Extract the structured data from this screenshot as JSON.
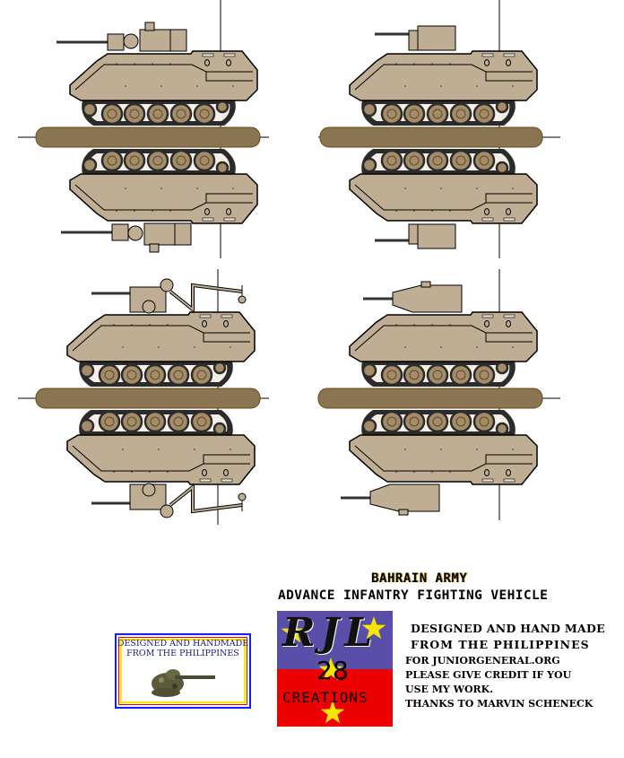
{
  "sheet": {
    "title": "BAHRAIN ARMY",
    "subtitle": "ADVANCE INFANTRY FIGHTING VEHICLE",
    "vehicles": [
      {
        "variant": "turret-autocannon"
      },
      {
        "variant": "small-turret"
      },
      {
        "variant": "crane-recovery"
      },
      {
        "variant": "long-cannon-turret"
      }
    ]
  },
  "logo": {
    "letters": "RJL",
    "number": "28",
    "word": "CREATIONS",
    "colors": {
      "top": "#5a4fa8",
      "bottom": "#ee0000",
      "star": "#f5e600"
    }
  },
  "credits": {
    "line1": "DESIGNED AND HAND MADE",
    "line2": "FROM THE PHILIPPINES",
    "line3": "FOR JUNIORGENERAL.ORG",
    "line4": "PLEASE GIVE CREDIT IF YOU",
    "line5": "USE MY WORK.",
    "line6": "THANKS TO MARVIN SCHENECK"
  },
  "badge": {
    "line1": "DESIGNED AND HANDMADE",
    "line2": "FROM THE PHILIPPINES"
  },
  "colors": {
    "hull": "#bfae93",
    "track": "#2b2b2b",
    "wheel": "#a58c68",
    "base": "#8a7452",
    "outline": "#000000"
  }
}
